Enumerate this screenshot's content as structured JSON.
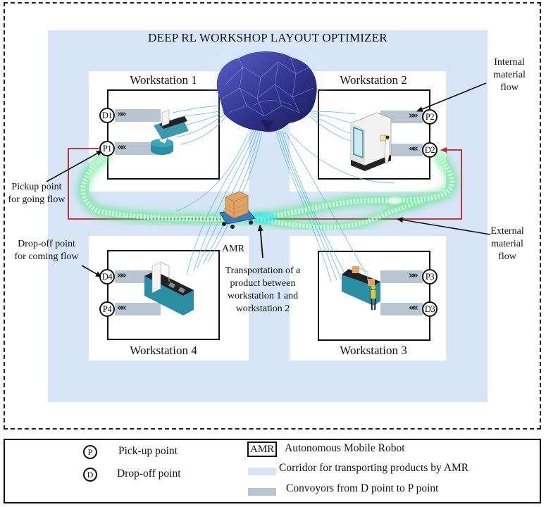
{
  "diagram": {
    "title": "DEEP RL WORKSHOP LAYOUT OPTIMIZER",
    "colors": {
      "corridor": "#d7e5f6",
      "conveyor": "#b9c6d2",
      "external_flow": "#b0262a",
      "loop_glow": "#4fe07a",
      "brain": "#3c3f9e"
    },
    "workstations": [
      {
        "label": "Workstation 1",
        "nodes": [
          {
            "id": "D1",
            "chevron": "»»"
          },
          {
            "id": "P1",
            "chevron": "««"
          }
        ]
      },
      {
        "label": "Workstation 2",
        "nodes": [
          {
            "id": "P2",
            "chevron": "»»"
          },
          {
            "id": "D2",
            "chevron": "««"
          }
        ]
      },
      {
        "label": "Workstation 3",
        "nodes": [
          {
            "id": "P3",
            "chevron": "»»"
          },
          {
            "id": "D3",
            "chevron": "««"
          }
        ]
      },
      {
        "label": "Workstation 4",
        "nodes": [
          {
            "id": "D4",
            "chevron": "»»"
          },
          {
            "id": "P4",
            "chevron": "««"
          }
        ]
      }
    ],
    "amr_label": "AMR",
    "annotations": {
      "internal_flow": [
        "Internal",
        "material",
        "flow"
      ],
      "external_flow": [
        "External",
        "material",
        "flow"
      ],
      "pickup_going": [
        "Pickup point",
        "for going flow"
      ],
      "dropoff_coming": [
        "Drop-off point",
        "for coming flow"
      ],
      "transportation": [
        "Transportation of a",
        "product between",
        "workstation 1 and",
        "workstation 2"
      ]
    }
  },
  "legend": {
    "pickup": {
      "symbol": "P",
      "label": "Pick-up point"
    },
    "dropoff": {
      "symbol": "D",
      "label": "Drop-off point"
    },
    "amr": {
      "symbol": "AMR",
      "label": "Autonomous Mobile Robot"
    },
    "corridor": {
      "label": "Corridor for transporting products by AMR"
    },
    "conveyor": {
      "label": "Convoyors from D point to P point"
    }
  }
}
